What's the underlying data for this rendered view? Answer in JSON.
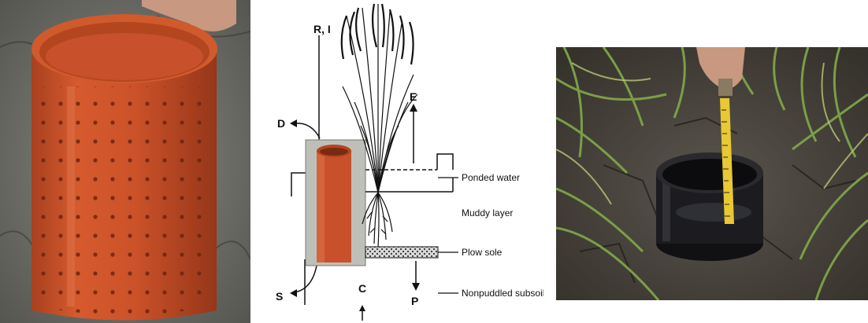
{
  "diagram": {
    "top_label": "R, I",
    "left_top_label": "D",
    "left_bottom_label": "S",
    "up_arrow_label": "E",
    "bottom_center_label": "C",
    "down_arrow_label": "P",
    "layers": [
      "Ponded water",
      "Muddy layer",
      "Plow sole",
      "Nonpuddled subsoil"
    ]
  },
  "colors": {
    "pipe_orange": "#c8502a",
    "pipe_orange_dark": "#9b3a1c",
    "ground_gray": "#6e6e6a",
    "soil_dark": "#3e3a34",
    "rice_green": "#7ea44a",
    "black_ring": "#1a1a1c",
    "tape_yellow": "#e8c833"
  }
}
